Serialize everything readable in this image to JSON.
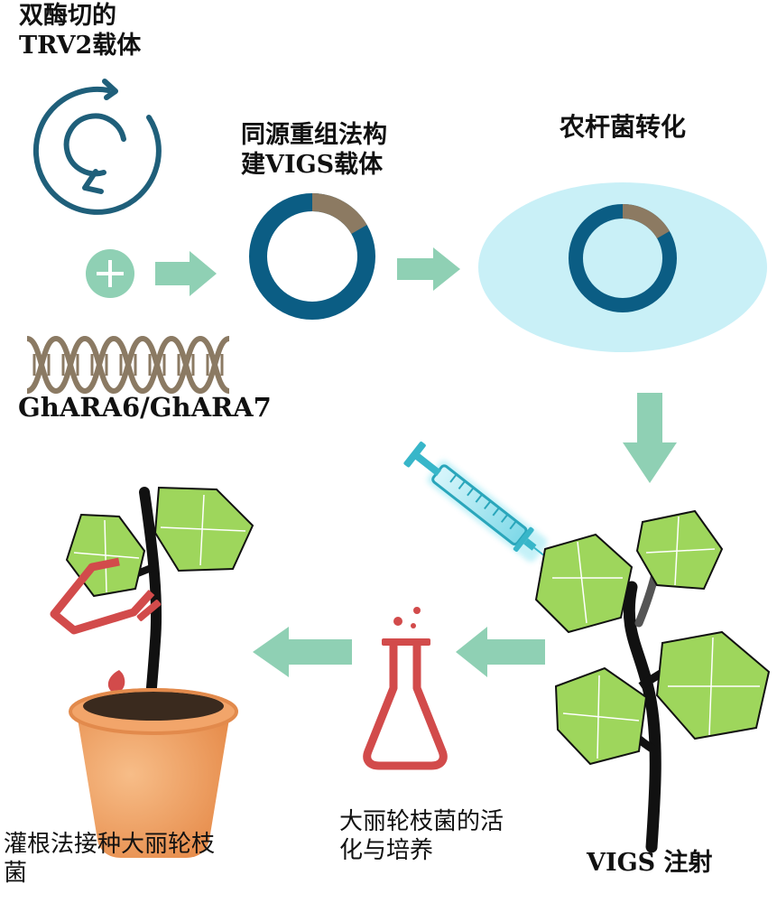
{
  "labels": {
    "double_digest_vector": "双酶切的\nTRV2载体",
    "homologous_recombination": "同源重组法构\n建VIGS载体",
    "agrobacterium_transformation": "农杆菌转化",
    "genes": "GhARA6/GhARA7",
    "vigs_injection": "VIGS 注射",
    "verticillium_culture": "大丽轮枝菌的活\n化与培养",
    "root_drench_inoculation": "灌根法接种大丽轮枝\n菌"
  },
  "colors": {
    "vector_blue": "#0b5d84",
    "insert_brown": "#8c7a62",
    "arrow_green": "#8fd0b4",
    "agro_cyan": "#c9f0f7",
    "dna_brown": "#8b7a63",
    "leaf_green": "#9ed65c",
    "stem_black": "#111111",
    "flask_red": "#d24b4b",
    "pot_orange": "#f2a56a",
    "syringe_teal": "#38b6c9"
  },
  "icons": [
    "circular-arrows-icon",
    "plus-icon",
    "plasmid-icon",
    "dna-helix-icon",
    "agrobacterium-icon",
    "syringe-icon",
    "plant-icon",
    "flask-icon",
    "pot-icon"
  ]
}
